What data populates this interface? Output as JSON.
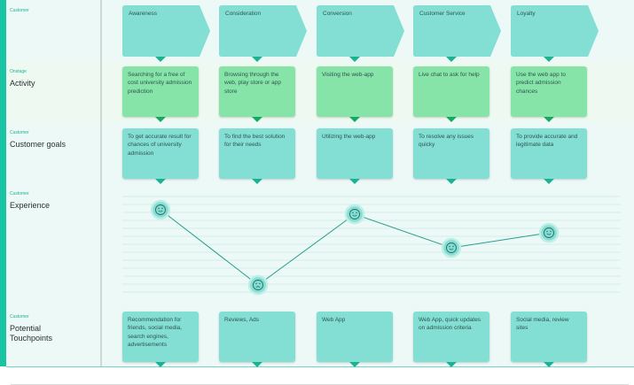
{
  "rows": [
    {
      "tag": "Customer",
      "title": ""
    },
    {
      "tag": "Onstage",
      "title": "Activity"
    },
    {
      "tag": "Customer",
      "title": "Customer goals"
    },
    {
      "tag": "Customer",
      "title": "Experience"
    },
    {
      "tag": "Customer",
      "title": "Potential Touchpoints"
    }
  ],
  "stages": [
    "Awareness",
    "Consideration",
    "Conversion",
    "Customer Service",
    "Loyalty"
  ],
  "activity": [
    "Searching for a free of cost university admission prediction",
    "Browsing through the web, play store or app store",
    "Visiting the web-app",
    "Live chat to ask for help",
    "Use the web app to predict admission chances"
  ],
  "goals": [
    "To get accurate result for chances of university admission",
    "To find the best solution for their needs",
    "Utilizing the web-app",
    "To resolve any issues quicky",
    "To provide accurate and legitimate data"
  ],
  "experience": [
    {
      "stage": "Awareness",
      "mood": "happy",
      "level": 0.85
    },
    {
      "stage": "Consideration",
      "mood": "sad",
      "level": 0.0
    },
    {
      "stage": "Conversion",
      "mood": "happy",
      "level": 0.8
    },
    {
      "stage": "Customer Service",
      "mood": "happy",
      "level": 0.42
    },
    {
      "stage": "Loyalty",
      "mood": "happy",
      "level": 0.59
    }
  ],
  "touchpoints": [
    "Recommendation for friends, social media, search engines, advertisements",
    "Reviews, Ads",
    "Web App",
    "Web App, quick updates on admission criteria",
    "Social media, review sites"
  ],
  "colors": {
    "accent": "#19c4a2",
    "card_teal": "#83ded3",
    "card_green": "#86e4a9",
    "line": "#2a9d8f"
  }
}
